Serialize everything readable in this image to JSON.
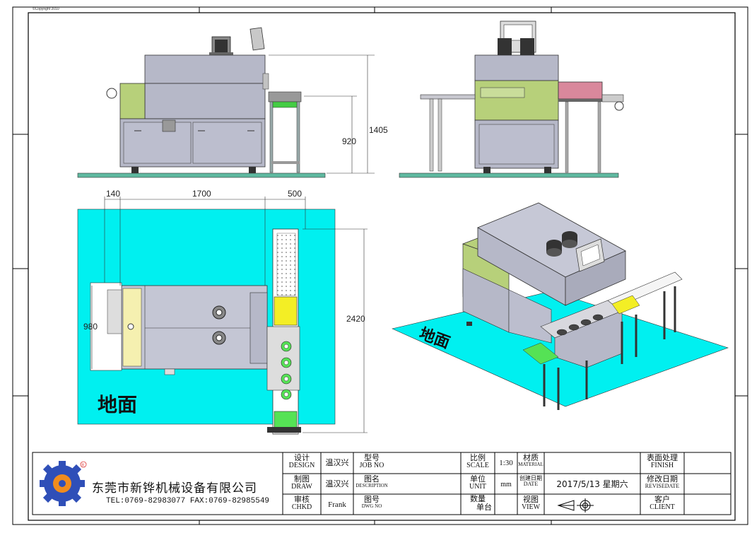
{
  "copyright": "©Copyright 2010",
  "dimensions": {
    "height_total": "1405",
    "height_conveyor": "920",
    "width_feed": "140",
    "width_body": "1700",
    "width_conveyor": "500",
    "depth_body": "980",
    "length_total": "2420"
  },
  "ground_label": "地面",
  "title_block": {
    "company": "东莞市新铧机械设备有限公司",
    "contact": "TEL:0769-82983077  FAX:0769-82985549",
    "design_cn": "设计",
    "design_en": "DESIGN",
    "design_value": "温汉兴",
    "draw_cn": "制图",
    "draw_en": "DRAW",
    "draw_value": "温汉兴",
    "chkd_cn": "审核",
    "chkd_en": "CHKD",
    "chkd_value": "Frank",
    "job_cn": "型号",
    "job_en": "JOB NO",
    "desc_cn": "图名",
    "desc_en": "DESCRIPTION",
    "dwg_cn": "图号",
    "dwg_en": "DWG NO",
    "scale_cn": "比例",
    "scale_en": "SCALE",
    "scale_value": "1:30",
    "unit_cn": "单位",
    "unit_en": "UNIT",
    "unit_value": "mm",
    "qty_cn": "数量",
    "qty_sub": "单台",
    "material_cn": "材质",
    "material_en": "MATERIAL",
    "created_cn": "创建日期",
    "created_en": "DATE",
    "created_value": "2017/5/13  星期六",
    "view_cn": "视图",
    "view_en": "VIEW",
    "finish_cn": "表面处理",
    "finish_en": "FINISH",
    "revise_cn": "修改日期",
    "revise_en": "REVISEDATE",
    "client_cn": "客户",
    "client_en": "CLIENT"
  },
  "colors": {
    "floor": "#00f0f0",
    "machine_gray": "#b6b8c8",
    "panel_green": "#b7d07a",
    "conveyor_pink": "#d9889c",
    "bright_green": "#55e255",
    "yellow": "#f3ee25",
    "ground_slab": "#5fb9a0"
  }
}
